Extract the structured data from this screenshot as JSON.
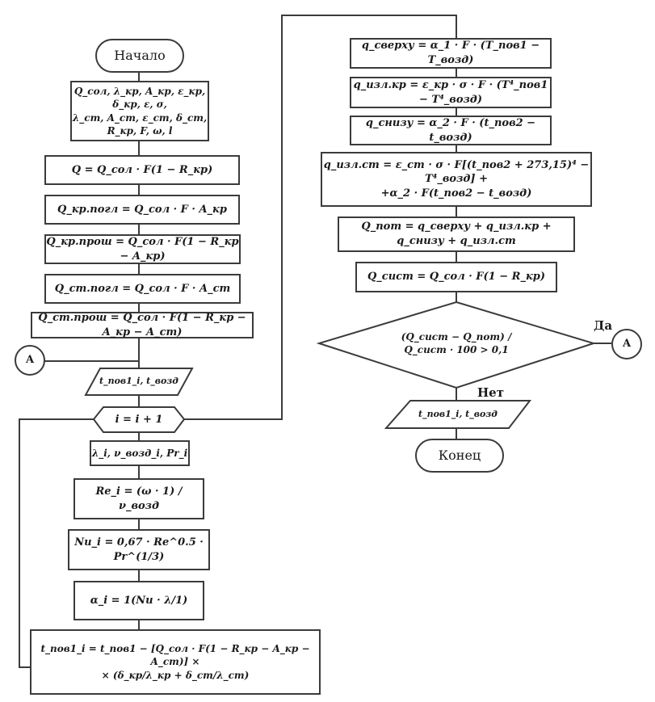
{
  "diagram": {
    "type": "flowchart",
    "left_column": {
      "start": "Начало",
      "inputs": "Q_сол, λ_кр, A_кр, ε_кр, δ_кр, ε, σ,\nλ_ст, A_ст, ε_ст, δ_ст, R_кр, F, ω, l",
      "step_q": "Q = Q_сол · F(1 − R_кр)",
      "step_q_kr_pogl": "Q_кр.погл = Q_сол · F · A_кр",
      "step_q_kr_prosh": "Q_кр.прош = Q_сол · F(1 − R_кр − A_кр)",
      "step_q_st_pogl": "Q_ст.погл = Q_сол · F · A_ст",
      "step_q_st_prosh": "Q_ст.прош = Q_сол · F(1 − R_кр − A_кр − A_ст)",
      "connector": "A",
      "io_temps": "t_пов1_i, t_возд",
      "loop": "i = i + 1",
      "props": "λ_i, ν_возд_i, Pr_i",
      "reynolds": "Re_i = (ω · 1) / ν_возд",
      "nusselt": "Nu_i = 0,67 · Re^0.5 · Pr^(1/3)",
      "alpha": "α_i = 1(Nu · λ/1)",
      "t_update": "t_пов1_i = t_пов1 − [Q_сол · F(1 − R_кр − A_кр − A_ст)] ×\n× (δ_кр/λ_кр + δ_ст/λ_ст)"
    },
    "right_column": {
      "q_top": "q_сверху = α_1 · F · (T_пов1 − T_возд)",
      "q_rad_kr": "q_изл.кр = ε_кр · σ · F · (T⁴_пов1 − T⁴_возд)",
      "q_bottom": "q_снизу = α_2 · F · (t_пов2 − t_возд)",
      "q_rad_st": "q_изл.ст = ε_ст · σ · F[(t_пов2 + 273,15)⁴ − T⁴_возд] +\n+α_2 · F(t_пов2 − t_возд)",
      "q_loss": "Q_пот = q_сверху + q_изл.кр + q_снизу + q_изл.ст",
      "q_sys": "Q_сист = Q_сол · F(1 − R_кр)",
      "decision": "(Q_сист − Q_пот) / Q_сист · 100 > 0,1",
      "yes_label": "Да",
      "no_label": "Нет",
      "connector": "A",
      "output": "t_пов1_i, t_возд",
      "end": "Конец"
    }
  }
}
